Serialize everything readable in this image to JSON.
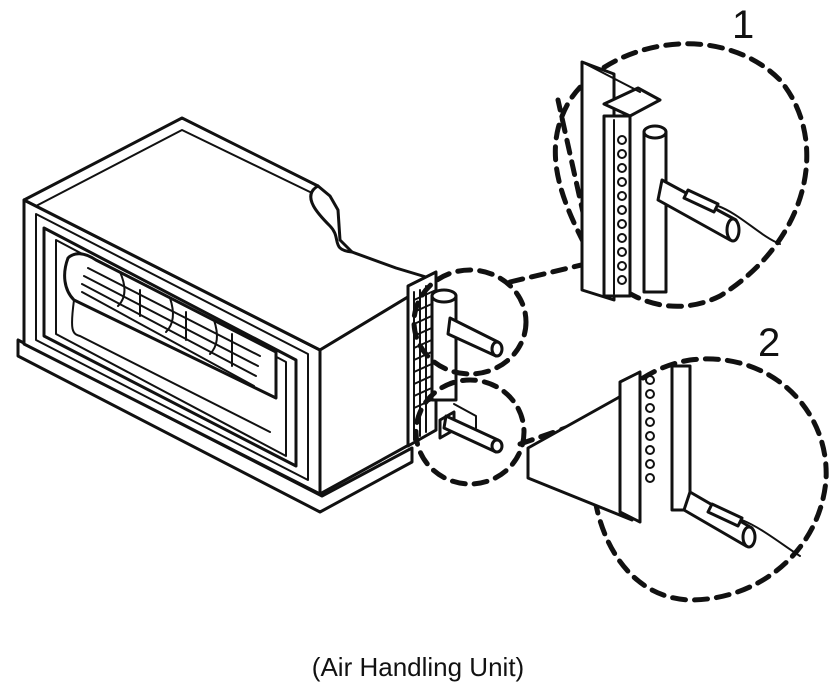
{
  "figure": {
    "callouts": [
      {
        "number": "1"
      },
      {
        "number": "2"
      }
    ],
    "caption": "(Air Handling Unit)"
  }
}
